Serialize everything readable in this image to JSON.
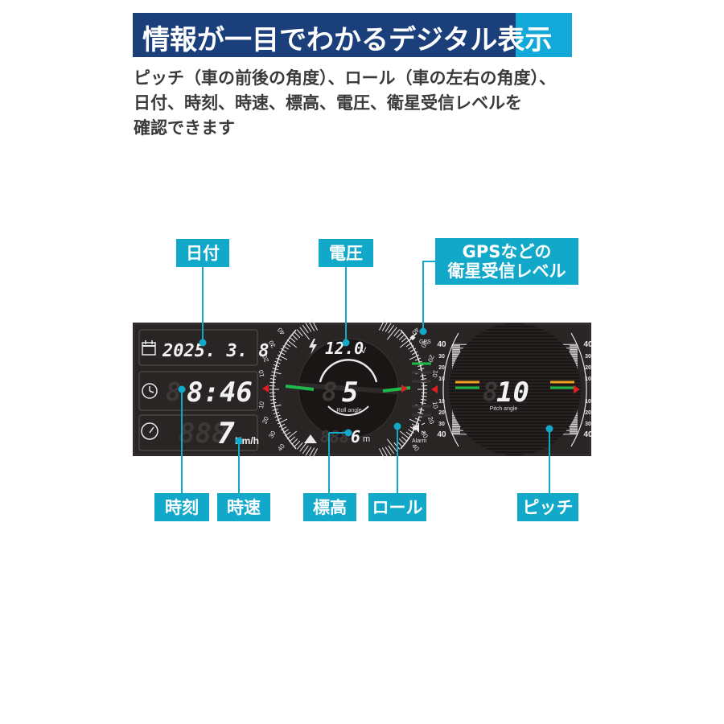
{
  "header": {
    "title": "情報が一目でわかるデジタル表示",
    "description_lines": [
      "ピッチ（車の前後の角度）、ロール（車の左右の角度）、",
      "日付、時刻、時速、標高、電圧、衛星受信レベルを",
      "確認できます"
    ]
  },
  "callouts": {
    "date": "日付",
    "voltage": "電圧",
    "gps_line1": "GPSなどの",
    "gps_line2": "衛星受信レベル",
    "time": "時刻",
    "speed": "時速",
    "altitude": "標高",
    "roll": "ロール",
    "pitch": "ピッチ"
  },
  "display": {
    "date": "2025. 3. 8",
    "time": "8:46",
    "speed": "7",
    "speed_unit": "Km/h",
    "voltage": "12.0",
    "voltage_unit": "V",
    "roll_value": "5",
    "roll_caption": "Roll angle",
    "pitch_value": "10",
    "pitch_caption": "Pitch angle",
    "altitude": "6",
    "altitude_unit": "m",
    "gps_label": "GPS",
    "alarm_label": "Alarm",
    "scale_labels": [
      "40",
      "30",
      "20",
      "10",
      "10",
      "20",
      "30",
      "40"
    ],
    "icons": [
      "calendar-icon",
      "clock-icon",
      "speedometer-icon",
      "lightning-icon",
      "mountain-icon",
      "satellite-icon",
      "speaker-icon"
    ]
  },
  "colors": {
    "title_bg": "#1b3f7a",
    "title_accent": "#12a9d8",
    "callout_bg": "#12a8c9",
    "dashboard_bg": "#2a2525",
    "indicator_green": "#1fb84a",
    "indicator_orange": "#f0a020",
    "marker_red": "#e02020"
  }
}
